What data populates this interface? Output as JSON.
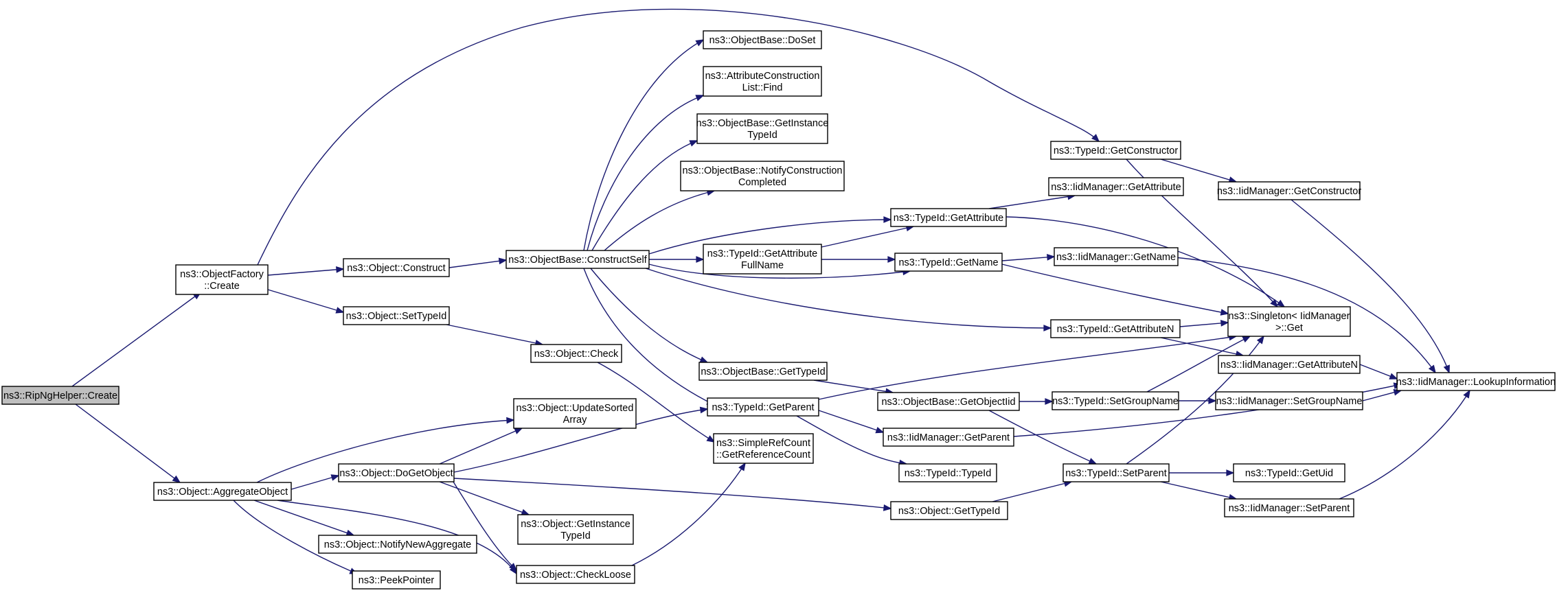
{
  "diagram": {
    "type": "call-graph",
    "edge_color": "#191970",
    "root_fill": "#bfbfbf",
    "nodes": [
      {
        "id": "rip",
        "lines": [
          "ns3::RipNgHelper::Create"
        ],
        "root": true
      },
      {
        "id": "of_create",
        "lines": [
          "ns3::ObjectFactory",
          "::Create"
        ]
      },
      {
        "id": "agg",
        "lines": [
          "ns3::Object::AggregateObject"
        ]
      },
      {
        "id": "construct",
        "lines": [
          "ns3::Object::Construct"
        ]
      },
      {
        "id": "settypeid",
        "lines": [
          "ns3::Object::SetTypeId"
        ]
      },
      {
        "id": "getconstructor",
        "lines": [
          "ns3::TypeId::GetConstructor"
        ]
      },
      {
        "id": "constructself",
        "lines": [
          "ns3::ObjectBase::ConstructSelf"
        ]
      },
      {
        "id": "check",
        "lines": [
          "ns3::Object::Check"
        ]
      },
      {
        "id": "updatesorted",
        "lines": [
          "ns3::Object::UpdateSorted",
          "Array"
        ]
      },
      {
        "id": "dogetobject",
        "lines": [
          "ns3::Object::DoGetObject"
        ]
      },
      {
        "id": "notifynewagg",
        "lines": [
          "ns3::Object::NotifyNewAggregate"
        ]
      },
      {
        "id": "peekpointer",
        "lines": [
          "ns3::PeekPointer"
        ]
      },
      {
        "id": "checkloose",
        "lines": [
          "ns3::Object::CheckLoose"
        ]
      },
      {
        "id": "obj_getinstance",
        "lines": [
          "ns3::Object::GetInstance",
          "TypeId"
        ]
      },
      {
        "id": "doset",
        "lines": [
          "ns3::ObjectBase::DoSet"
        ]
      },
      {
        "id": "acl_find",
        "lines": [
          "ns3::AttributeConstruction",
          "List::Find"
        ]
      },
      {
        "id": "ob_getinstance",
        "lines": [
          "ns3::ObjectBase::GetInstance",
          "TypeId"
        ]
      },
      {
        "id": "notifycc",
        "lines": [
          "ns3::ObjectBase::NotifyConstruction",
          "Completed"
        ]
      },
      {
        "id": "gaf",
        "lines": [
          "ns3::TypeId::GetAttribute",
          "FullName"
        ]
      },
      {
        "id": "ob_gettypeid",
        "lines": [
          "ns3::ObjectBase::GetTypeId"
        ]
      },
      {
        "id": "t_getparent",
        "lines": [
          "ns3::TypeId::GetParent"
        ]
      },
      {
        "id": "srcount",
        "lines": [
          "ns3::SimpleRefCount",
          "::GetReferenceCount"
        ]
      },
      {
        "id": "t_getattr",
        "lines": [
          "ns3::TypeId::GetAttribute"
        ]
      },
      {
        "id": "t_getname",
        "lines": [
          "ns3::TypeId::GetName"
        ]
      },
      {
        "id": "ob_getobjectiid",
        "lines": [
          "ns3::ObjectBase::GetObjectIid"
        ]
      },
      {
        "id": "iid_getparent",
        "lines": [
          "ns3::IidManager::GetParent"
        ]
      },
      {
        "id": "t_typeid",
        "lines": [
          "ns3::TypeId::TypeId"
        ]
      },
      {
        "id": "obj_gettypeid",
        "lines": [
          "ns3::Object::GetTypeId"
        ]
      },
      {
        "id": "iid_getattr",
        "lines": [
          "ns3::IidManager::GetAttribute"
        ]
      },
      {
        "id": "iid_getname",
        "lines": [
          "ns3::IidManager::GetName"
        ]
      },
      {
        "id": "t_getattrn",
        "lines": [
          "ns3::TypeId::GetAttributeN"
        ]
      },
      {
        "id": "t_setgroup",
        "lines": [
          "ns3::TypeId::SetGroupName"
        ]
      },
      {
        "id": "t_setparent",
        "lines": [
          "ns3::TypeId::SetParent"
        ]
      },
      {
        "id": "iid_getconstructor",
        "lines": [
          "ns3::IidManager::GetConstructor"
        ]
      },
      {
        "id": "singleton",
        "lines": [
          "ns3::Singleton< IidManager",
          ">::Get"
        ]
      },
      {
        "id": "iid_getattrn",
        "lines": [
          "ns3::IidManager::GetAttributeN"
        ]
      },
      {
        "id": "iid_setgroup",
        "lines": [
          "ns3::IidManager::SetGroupName"
        ]
      },
      {
        "id": "t_getuid",
        "lines": [
          "ns3::TypeId::GetUid"
        ]
      },
      {
        "id": "iid_setparent",
        "lines": [
          "ns3::IidManager::SetParent"
        ]
      },
      {
        "id": "lookup",
        "lines": [
          "ns3::IidManager::LookupInformation"
        ]
      }
    ],
    "edges": [
      [
        "rip",
        "of_create"
      ],
      [
        "rip",
        "agg"
      ],
      [
        "of_create",
        "construct"
      ],
      [
        "of_create",
        "settypeid"
      ],
      [
        "of_create",
        "getconstructor"
      ],
      [
        "construct",
        "constructself"
      ],
      [
        "settypeid",
        "check"
      ],
      [
        "check",
        "srcount"
      ],
      [
        "agg",
        "updatesorted"
      ],
      [
        "agg",
        "dogetobject"
      ],
      [
        "agg",
        "notifynewagg"
      ],
      [
        "agg",
        "peekpointer"
      ],
      [
        "agg",
        "checkloose"
      ],
      [
        "dogetobject",
        "updatesorted"
      ],
      [
        "dogetobject",
        "t_getparent"
      ],
      [
        "dogetobject",
        "obj_getinstance"
      ],
      [
        "dogetobject",
        "checkloose"
      ],
      [
        "dogetobject",
        "obj_gettypeid"
      ],
      [
        "checkloose",
        "srcount"
      ],
      [
        "constructself",
        "doset"
      ],
      [
        "constructself",
        "acl_find"
      ],
      [
        "constructself",
        "ob_getinstance"
      ],
      [
        "constructself",
        "notifycc"
      ],
      [
        "constructself",
        "t_getattr"
      ],
      [
        "constructself",
        "gaf"
      ],
      [
        "constructself",
        "t_getname"
      ],
      [
        "constructself",
        "t_getattrn"
      ],
      [
        "constructself",
        "ob_gettypeid"
      ],
      [
        "constructself",
        "t_getparent"
      ],
      [
        "gaf",
        "t_getattr"
      ],
      [
        "gaf",
        "t_getname"
      ],
      [
        "ob_gettypeid",
        "ob_getobjectiid"
      ],
      [
        "t_getparent",
        "singleton"
      ],
      [
        "t_getparent",
        "iid_getparent"
      ],
      [
        "t_getparent",
        "t_typeid"
      ],
      [
        "ob_getobjectiid",
        "t_setgroup"
      ],
      [
        "ob_getobjectiid",
        "t_setparent"
      ],
      [
        "obj_gettypeid",
        "t_setparent"
      ],
      [
        "t_getattr",
        "iid_getattr"
      ],
      [
        "t_getattr",
        "singleton"
      ],
      [
        "t_getname",
        "iid_getname"
      ],
      [
        "t_getname",
        "singleton"
      ],
      [
        "t_getattrn",
        "singleton"
      ],
      [
        "t_getattrn",
        "iid_getattrn"
      ],
      [
        "t_setgroup",
        "singleton"
      ],
      [
        "t_setgroup",
        "iid_setgroup"
      ],
      [
        "t_setparent",
        "singleton"
      ],
      [
        "t_setparent",
        "t_getuid"
      ],
      [
        "t_setparent",
        "iid_setparent"
      ],
      [
        "getconstructor",
        "iid_getconstructor"
      ],
      [
        "getconstructor",
        "singleton"
      ],
      [
        "iid_getconstructor",
        "lookup"
      ],
      [
        "iid_getname",
        "lookup"
      ],
      [
        "iid_getattrn",
        "lookup"
      ],
      [
        "iid_setgroup",
        "lookup"
      ],
      [
        "iid_getparent",
        "lookup"
      ],
      [
        "iid_setparent",
        "lookup"
      ]
    ]
  }
}
